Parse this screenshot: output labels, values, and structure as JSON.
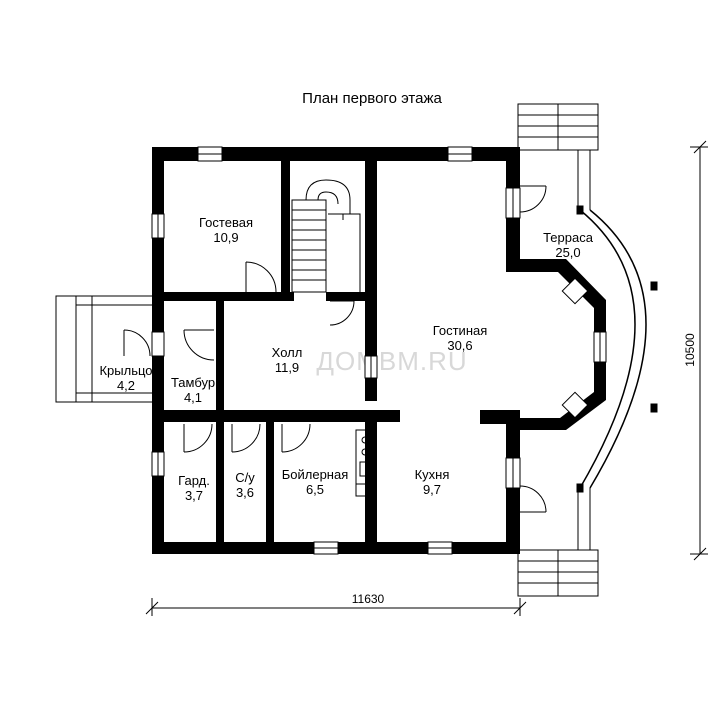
{
  "plan": {
    "title": "План первого этажа",
    "watermark": "ДОМВМ.RU",
    "rooms": [
      {
        "name": "Гостевая",
        "area": "10,9"
      },
      {
        "name": "Холл",
        "area": "11,9"
      },
      {
        "name": "Гостиная",
        "area": "30,6"
      },
      {
        "name": "Терраса",
        "area": "25,0"
      },
      {
        "name": "Крыльцо",
        "area": "4,2"
      },
      {
        "name": "Тамбур",
        "area": "4,1"
      },
      {
        "name": "Гард.",
        "area": "3,7"
      },
      {
        "name": "С/у",
        "area": "3,6"
      },
      {
        "name": "Бойлерная",
        "area": "6,5"
      },
      {
        "name": "Кухня",
        "area": "9,7"
      }
    ],
    "dimensions": {
      "width": "11630",
      "height": "10500"
    }
  }
}
